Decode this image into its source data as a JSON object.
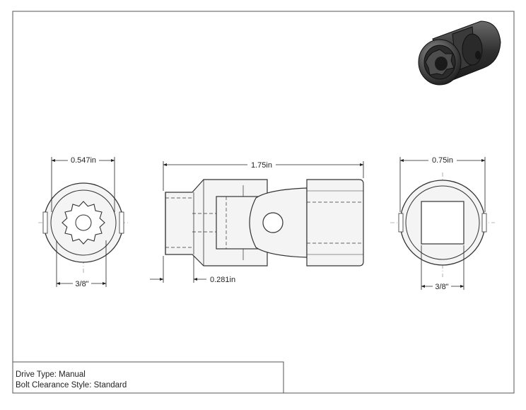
{
  "dimensions": {
    "left_view_width": "0.547in",
    "left_view_drive": "3/8\"",
    "side_length": "1.75in",
    "side_offset": "0.281in",
    "right_view_width": "0.75in",
    "right_view_drive": "3/8\""
  },
  "notes": {
    "drive_type": "Drive Type: Manual",
    "bolt_clearance": "Bolt Clearance Style: Standard"
  },
  "colors": {
    "line": "#333333",
    "part_fill": "#f4f4f4",
    "dim_line": "#222222"
  }
}
